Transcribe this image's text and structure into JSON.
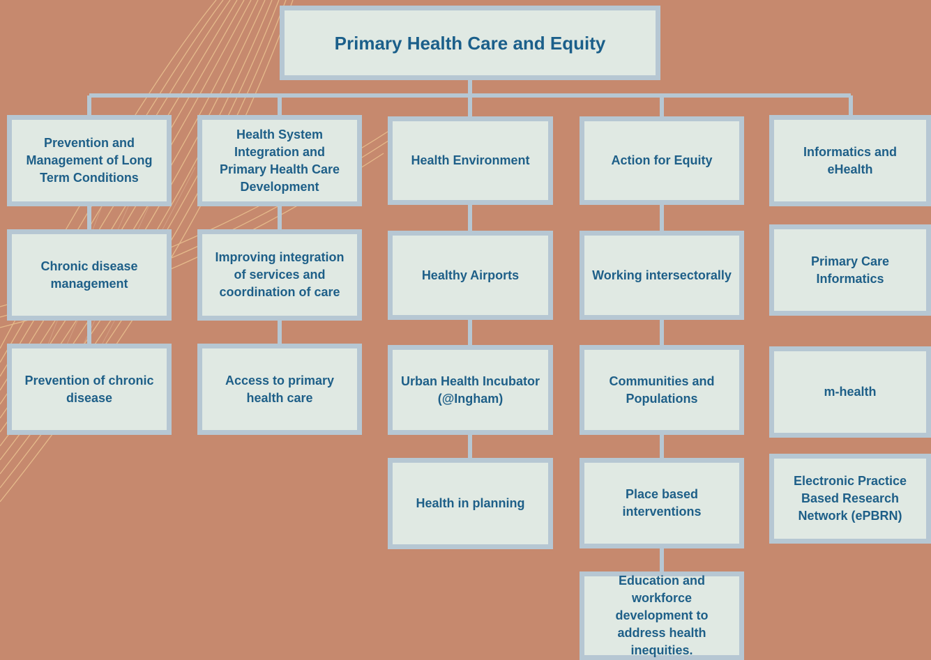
{
  "root": {
    "label": "Primary Health Care and Equity"
  },
  "columns": [
    {
      "header": "Prevention and Management of Long Term Conditions",
      "items": [
        "Chronic disease management",
        "Prevention of chronic disease"
      ]
    },
    {
      "header": "Health System Integration and Primary Health Care Development",
      "items": [
        "Improving integration of services and coordination of care",
        "Access to primary health care"
      ]
    },
    {
      "header": "Health Environment",
      "items": [
        "Healthy Airports",
        "Urban Health Incubator (@Ingham)",
        "Health in planning"
      ]
    },
    {
      "header": "Action for Equity",
      "items": [
        "Working intersectorally",
        "Communities and Populations",
        "Place based interventions",
        "Education and workforce development to address health inequities."
      ]
    },
    {
      "header": "Informatics and eHealth",
      "items": [
        "Primary Care Informatics",
        "m-health",
        "Electronic Practice Based Research Network (ePBRN)"
      ]
    }
  ],
  "colors": {
    "background": "#c6896e",
    "box_fill": "#e0e9e3",
    "box_border": "#b6c7d3",
    "text": "#1e5f88",
    "connector": "#b6c7d3"
  }
}
